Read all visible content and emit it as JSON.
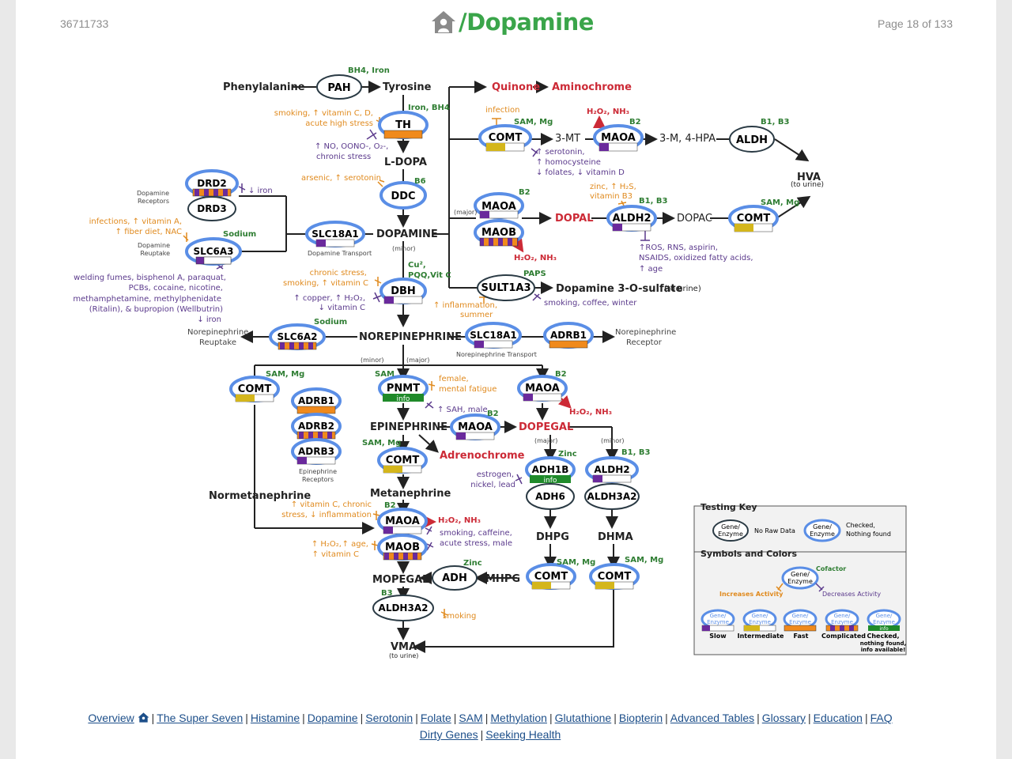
{
  "header": {
    "doc_id": "36711733",
    "title": "/Dopamine",
    "page": "Page 18 of 133"
  },
  "colors": {
    "title_green": "#3aa54a",
    "cofactor_green": "#2e7d32",
    "orange_note": "#e08a1e",
    "purple_note": "#5b3a8c",
    "red_product": "#cc2a36",
    "oval_blue": "#5a8ee6",
    "slow": "#6a2a9c",
    "intermediate": "#d4b61c",
    "fast": "#f08a1c",
    "info_green": "#1f8a2a"
  },
  "metabolites": {
    "phenylalanine": "Phenylalanine",
    "tyrosine": "Tyrosine",
    "ldopa": "L-DOPA",
    "dopamine": "DOPAMINE",
    "quinone": "Quinone",
    "aminochrome": "Aminochrome",
    "three_mt": "3-MT",
    "three_m4hpa": "3-M, 4-HPA",
    "hva": "HVA",
    "hva_sub": "(to urine)",
    "dopal": "DOPAL",
    "dopac": "DOPAC",
    "dopamine_sulfate": "Dopamine 3-O-sulfate",
    "dopamine_sulfate_sub": "(to urine)",
    "norepinephrine": "NOREPINEPHRINE",
    "epinephrine": "EPINEPHRINE",
    "adrenochrome": "Adrenochrome",
    "normetanephrine": "Normetanephrine",
    "metanephrine": "Metanephrine",
    "dopegal": "DOPEGAL",
    "dhpg": "DHPG",
    "dhma": "DHMA",
    "mhpg": "MHPG",
    "mopegal": "MOPEGAL",
    "vma": "VMA",
    "vma_sub": "(to urine)"
  },
  "enzymes": {
    "pah": "PAH",
    "th": "TH",
    "ddc": "DDC",
    "drd2": "DRD2",
    "drd3": "DRD3",
    "slc6a3": "SLC6A3",
    "slc18a1": "SLC18A1",
    "comt1": "COMT",
    "maoa1": "MAOA",
    "aldh1": "ALDH",
    "maoa2": "MAOA",
    "maob1": "MAOB",
    "aldh2a": "ALDH2",
    "comt2": "COMT",
    "sult1a3": "SULT1A3",
    "dbh": "DBH",
    "slc6a2": "SLC6A2",
    "slc18a1b": "SLC18A1",
    "adrb1a": "ADRB1",
    "comt3": "COMT",
    "adrb1b": "ADRB1",
    "adrb2": "ADRB2",
    "adrb3": "ADRB3",
    "pnmt": "PNMT",
    "maoa3": "MAOA",
    "maoa4": "MAOA",
    "comt4": "COMT",
    "adh1b": "ADH1B",
    "adh6": "ADH6",
    "aldh2b": "ALDH2",
    "aldh3a2a": "ALDH3A2",
    "maoa5": "MAOA",
    "maob2": "MAOB",
    "comt5": "COMT",
    "comt6": "COMT",
    "adh": "ADH",
    "aldh3a2b": "ALDH3A2",
    "info": "info"
  },
  "cofactors": {
    "bh4_iron": "BH4, Iron",
    "iron_bh4": "Iron, BH4",
    "b6": "B6",
    "sam_mg": "SAM, Mg",
    "b2": "B2",
    "b1_b3": "B1, B3",
    "sodium": "Sodium",
    "paps": "PAPS",
    "cu_pqq_vitc": "PQQ,Vit C",
    "cu": "Cu²,",
    "sam": "SAM",
    "zinc": "Zinc",
    "b3": "B3"
  },
  "notes": {
    "th_inc": "smoking, ↑ vitamin C, D,",
    "th_inc2": "acute high stress",
    "th_dec": "↑ NO, OONO-, O₂-,",
    "th_dec2": "chronic stress",
    "ddc_inc": "arsenic, ↑ serotonin",
    "comt_infection": "infection",
    "comt_dec1": "↑ serotonin,",
    "comt_dec2": "↑ homocysteine",
    "comt_dec3": "↓ folates, ↓ vitamin D",
    "h2o2_nh3": "H₂O₂, NH₃",
    "aldh2_inc1": "zinc, ↑ H₂S,",
    "aldh2_inc2": "vitamin B3",
    "aldh2_dec1": "↑ROS, RNS, aspirin,",
    "aldh2_dec2": "NSAIDS, oxidized fatty acids,",
    "aldh2_dec3": "↑ age",
    "drd_iron": "↓ iron",
    "dopamine_receptors1": "Dopamine",
    "dopamine_receptors2": "Receptors",
    "slc6a3_inc1": "infections, ↑ vitamin A,",
    "slc6a3_inc2": "↑ fiber diet, NAC",
    "dopamine_reuptake1": "Dopamine",
    "dopamine_reuptake2": "Reuptake",
    "slc6a3_dec1": "welding fumes, bisphenol A, paraquat,",
    "slc6a3_dec2": "PCBs, cocaine, nicotine,",
    "slc6a3_dec3": "methamphetamine, methylphenidate",
    "slc6a3_dec4": "(Ritalin), & bupropion (Wellbutrin)",
    "slc6a3_dec5": "↓ iron",
    "dopamine_transport": "Dopamine Transport",
    "major": "(major)",
    "minor": "(minor)",
    "dbh_inc1": "chronic stress,",
    "dbh_inc2": "smoking, ↑ vitamin C",
    "dbh_dec1": "↑ copper, ↑ H₂O₂,",
    "dbh_dec2": "↓ vitamin C",
    "sult_inc1": "↑ inflammation,",
    "sult_inc2": "summer",
    "sult_dec": "smoking, coffee, winter",
    "ne_reuptake1": "Norepinephrine",
    "ne_reuptake2": "Reuptake",
    "ne_transport": "Norepinephrine Transport",
    "ne_receptor1": "Norepinephrine",
    "ne_receptor2": "Receptor",
    "pnmt_inc1": "female,",
    "pnmt_inc2": "mental fatigue",
    "pnmt_dec": "↑ SAH, male",
    "epi_receptors1": "Epinephrine",
    "epi_receptors2": "Receptors",
    "adh_dec1": "estrogen,",
    "adh_dec2": "nickel, lead",
    "mao_inc1": "↑ vitamin C, chronic",
    "mao_inc2": "stress, ↓ inflammation",
    "maoa_dec1": "smoking, caffeine,",
    "maoa_dec2": "acute stress, male",
    "maob_inc1": "↑ H₂O₂,",
    "maob_inc1b": "↑ age,",
    "maob_inc2": "↑ vitamin C",
    "aldh3a2_dec": "smoking"
  },
  "legend": {
    "testing_key": "Testing Key",
    "gene_enzyme": "Gene/",
    "gene_enzyme2": "Enzyme",
    "no_raw_data": "No Raw Data",
    "checked1": "Checked,",
    "checked2": "Nothing found",
    "symbols": "Symbols and Colors",
    "cofactor": "Cofactor",
    "increases": "Increases Activity",
    "decreases": "Decreases Activity",
    "slow": "Slow",
    "intermediate": "Intermediate",
    "fast": "Fast",
    "complicated": "Complicated",
    "info": "info",
    "checked_info1": "Checked,",
    "checked_info2": "nothing found,",
    "checked_info3": "info available!"
  },
  "footer": {
    "links": [
      "Overview",
      "The Super Seven",
      "Histamine",
      "Dopamine",
      "Serotonin",
      "Folate",
      "SAM",
      "Methylation",
      "Glutathione",
      "Biopterin",
      "Advanced Tables",
      "Glossary",
      "Education",
      "FAQ",
      "Dirty Genes",
      "Seeking Health"
    ]
  }
}
